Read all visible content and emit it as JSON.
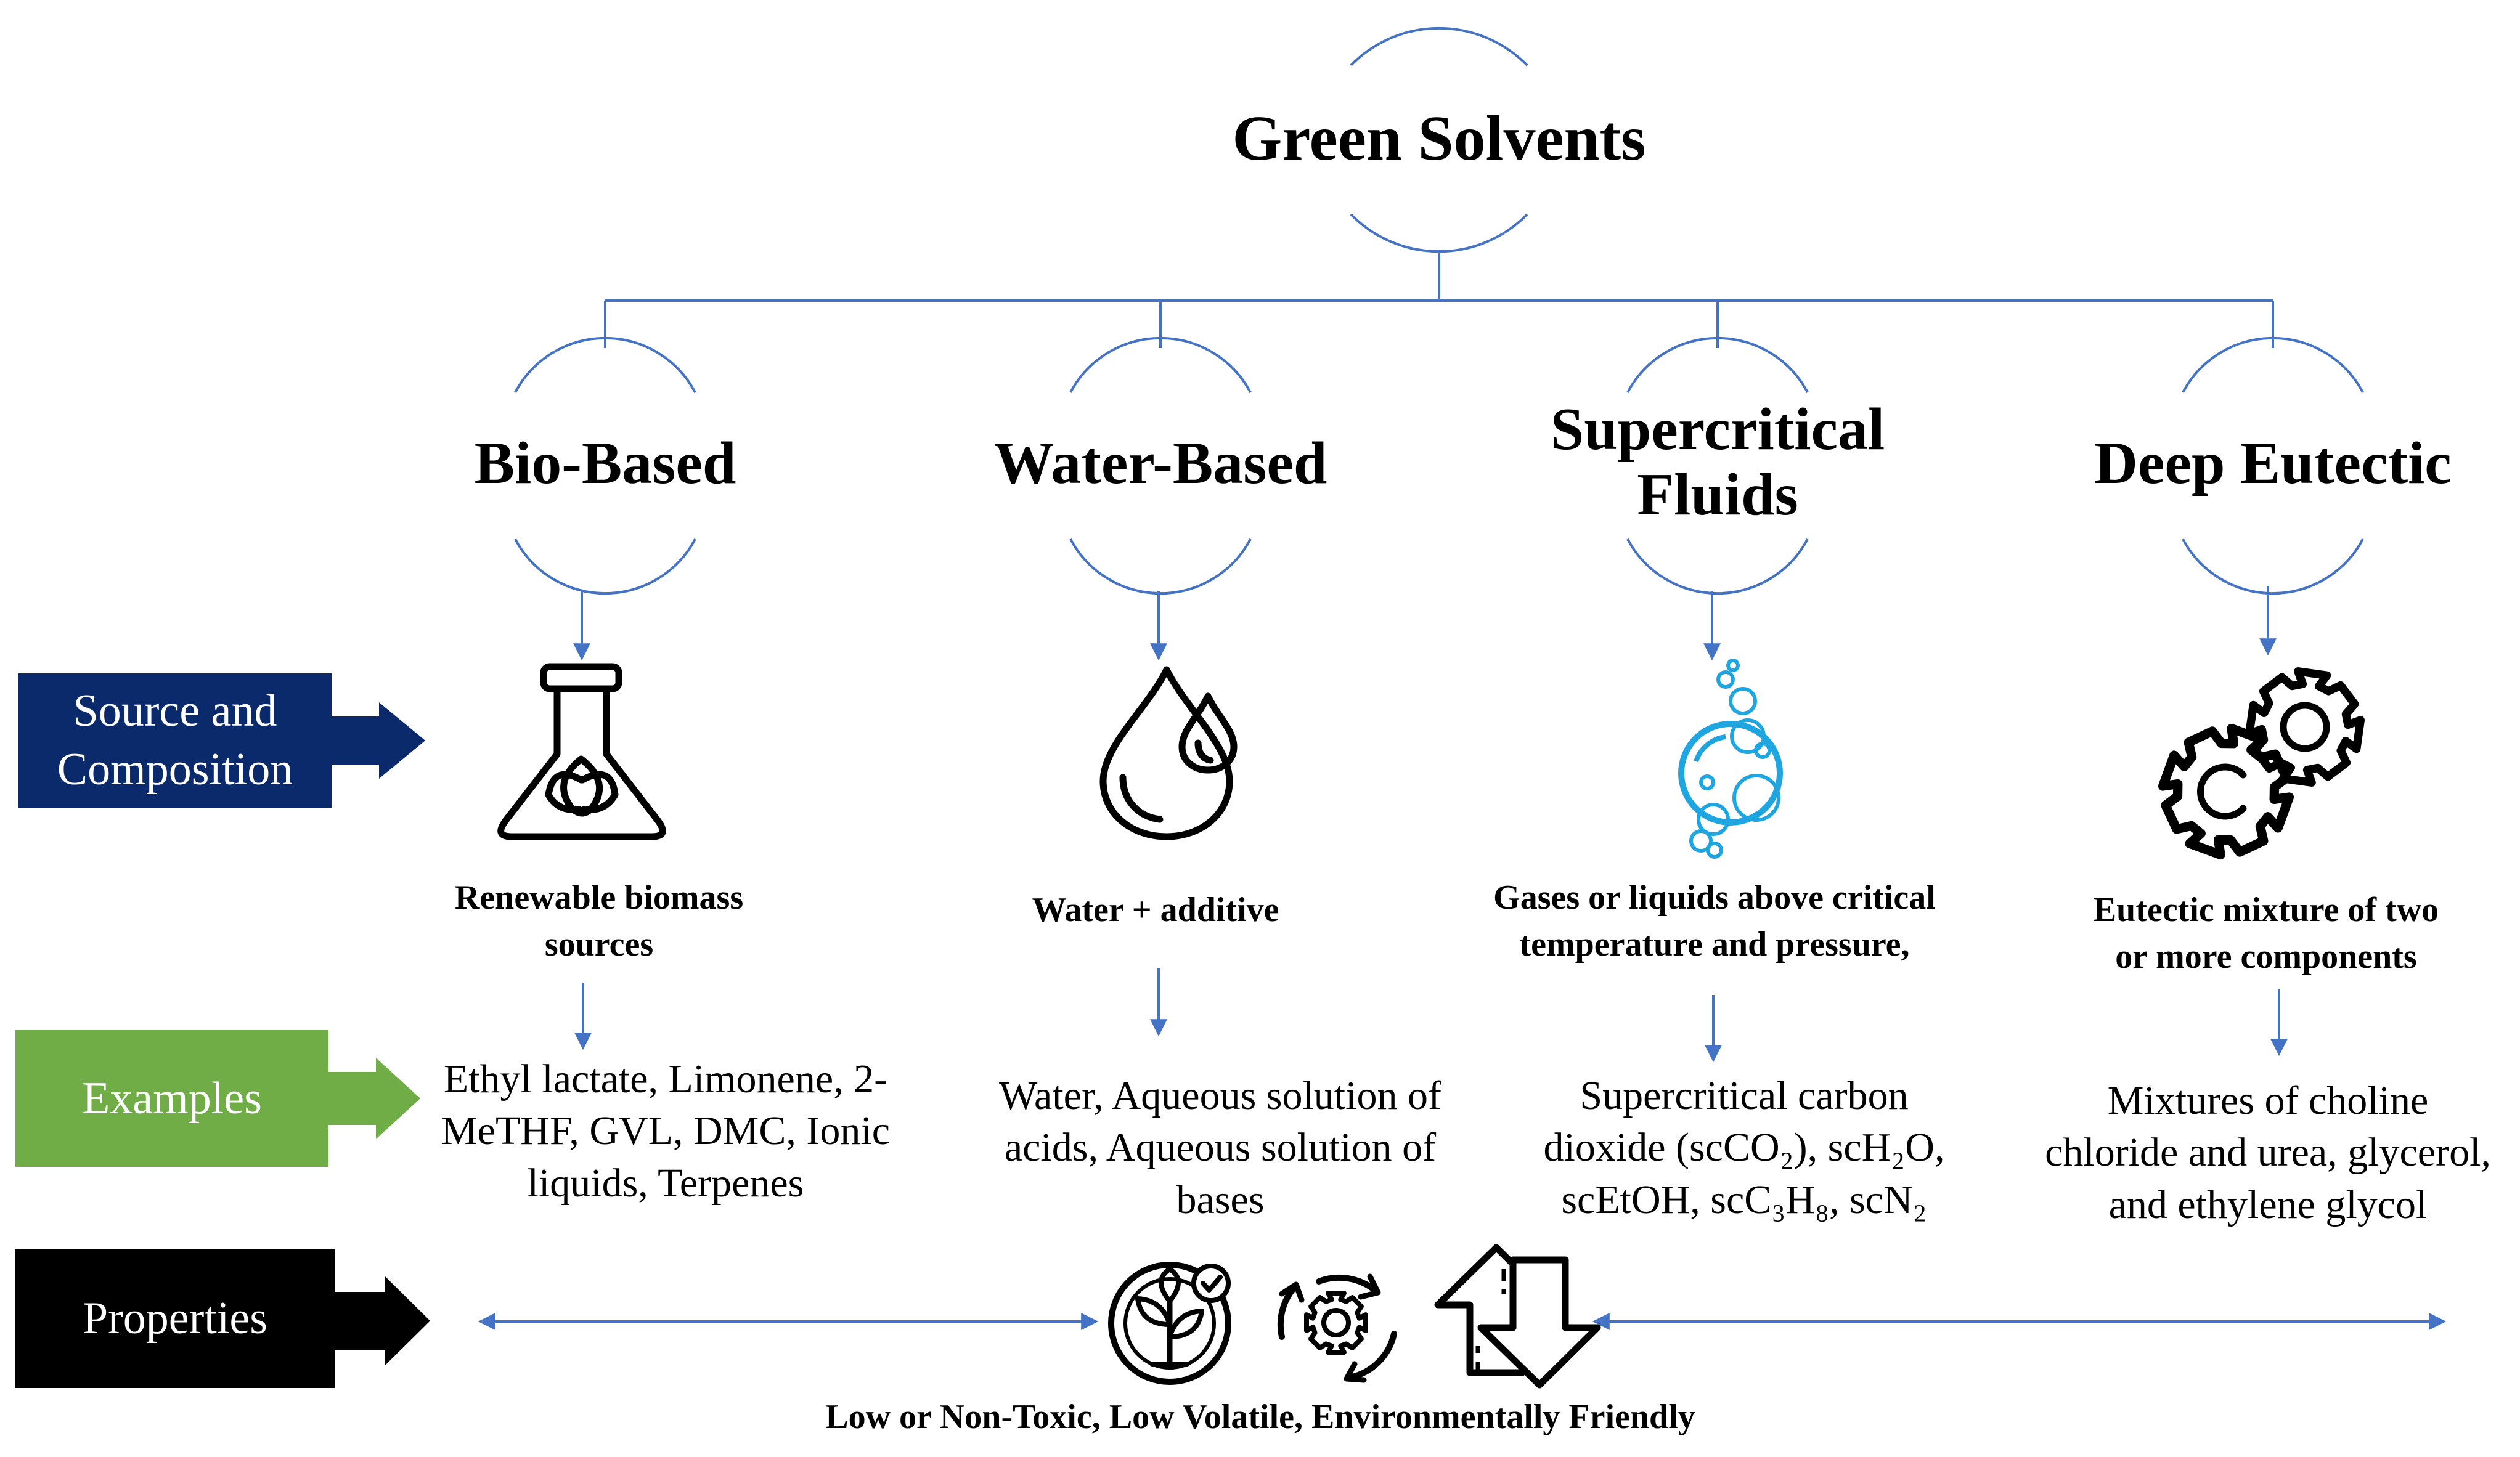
{
  "title": "Green Solvents",
  "categories": [
    {
      "name_lines": [
        "Bio-Based"
      ],
      "source_lines": [
        "Renewable biomass",
        "sources"
      ],
      "example_lines": [
        "Ethyl lactate, Limonene, 2-",
        "MeTHF, GVL, DMC, Ionic",
        "liquids, Terpenes"
      ],
      "icon": "flask-with-leaves-icon"
    },
    {
      "name_lines": [
        "Water-Based"
      ],
      "source_lines": [
        "Water + additive"
      ],
      "example_lines": [
        "Water, Aqueous solution of",
        "acids, Aqueous solution of",
        "bases"
      ],
      "icon": "water-drops-icon"
    },
    {
      "name_lines": [
        "Supercritical",
        "Fluids"
      ],
      "source_lines": [
        "Gases or liquids above critical",
        "temperature and pressure,"
      ],
      "example_lines": [
        "Supercritical carbon",
        "dioxide (scCO₂), scH₂O,",
        "scEtOH, scC₃H₈, scN₂"
      ],
      "icon": "bubbles-icon"
    },
    {
      "name_lines": [
        "Deep Eutectic"
      ],
      "source_lines": [
        "Eutectic mixture of two",
        "or more components"
      ],
      "example_lines": [
        "Mixtures of choline",
        "chloride and urea, glycerol,",
        "and ethylene glycol"
      ],
      "icon": "gears-icon"
    }
  ],
  "row_labels": {
    "source": [
      "Source and",
      "Composition"
    ],
    "examples": [
      "Examples"
    ],
    "properties": [
      "Properties"
    ]
  },
  "properties": {
    "caption": "Low or Non-Toxic, Low Volatile, Environmentally Friendly",
    "icons": [
      "eco-plant-check-icon",
      "recycle-gear-icon",
      "up-down-arrows-icon"
    ]
  },
  "colors": {
    "line": "#4472c4",
    "source_label": "#0b2a6b",
    "examples_label": "#70ad47",
    "properties_label": "#000000",
    "bubbles": "#1fa6e0"
  }
}
